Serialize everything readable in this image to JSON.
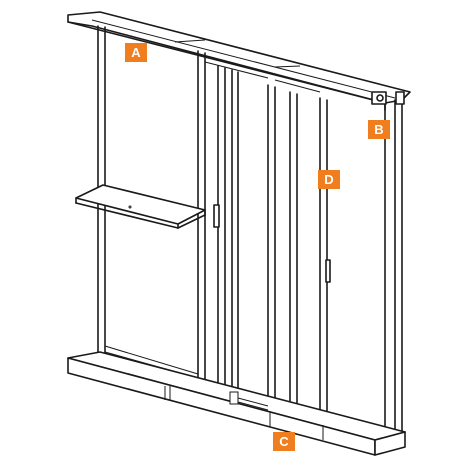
{
  "callouts": {
    "a": "A",
    "b": "B",
    "c": "C",
    "d": "D"
  },
  "colors": {
    "callout_bg": "#f07d1e",
    "line": "#1a1a1a"
  }
}
